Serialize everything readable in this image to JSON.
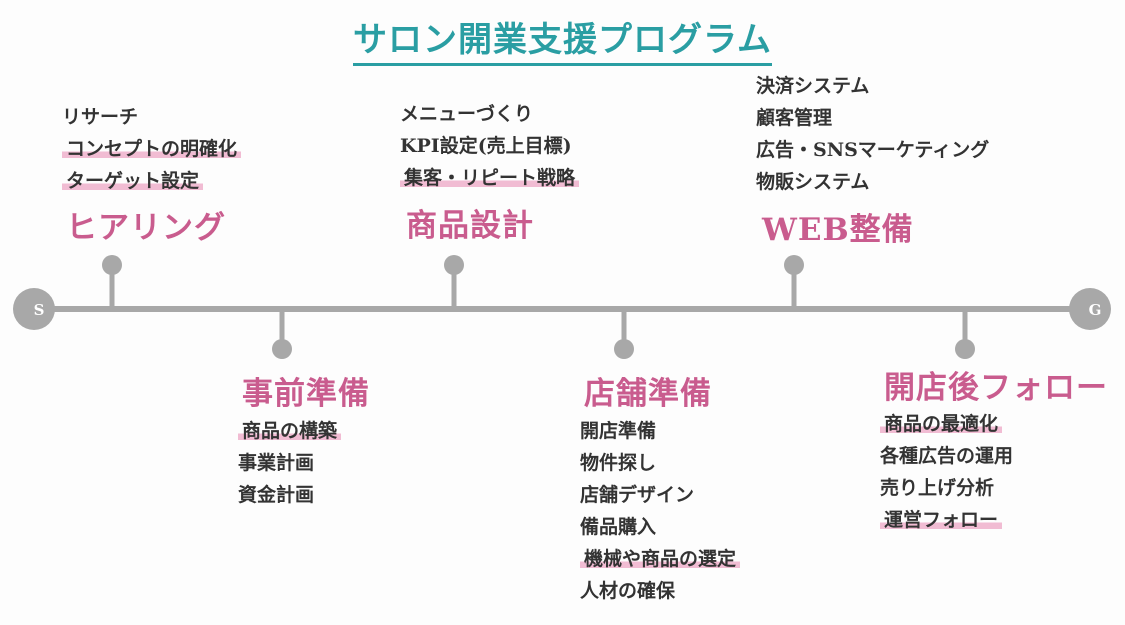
{
  "title": "サロン開業支援プログラム",
  "endpoints": {
    "start": "S",
    "goal": "G"
  },
  "stages": [
    {
      "name": "ヒアリング",
      "items": [
        {
          "text": "リサーチ",
          "highlight": false
        },
        {
          "text": "コンセプトの明確化",
          "highlight": true
        },
        {
          "text": "ターゲット設定",
          "highlight": true
        }
      ]
    },
    {
      "name": "事前準備",
      "items": [
        {
          "text": "商品の構築",
          "highlight": true
        },
        {
          "text": "事業計画",
          "highlight": false
        },
        {
          "text": "資金計画",
          "highlight": false
        }
      ]
    },
    {
      "name": "商品設計",
      "items": [
        {
          "text": "メニューづくり",
          "highlight": false
        },
        {
          "text": "KPI設定(売上目標)",
          "highlight": false
        },
        {
          "text": "集客・リピート戦略",
          "highlight": true
        }
      ]
    },
    {
      "name": "店舗準備",
      "items": [
        {
          "text": "開店準備",
          "highlight": false
        },
        {
          "text": "物件探し",
          "highlight": false
        },
        {
          "text": "店舗デザイン",
          "highlight": false
        },
        {
          "text": "備品購入",
          "highlight": false
        },
        {
          "text": "機械や商品の選定",
          "highlight": true
        },
        {
          "text": "人材の確保",
          "highlight": false
        }
      ]
    },
    {
      "name": "WEB整備",
      "items": [
        {
          "text": "決済システム",
          "highlight": false
        },
        {
          "text": "顧客管理",
          "highlight": false
        },
        {
          "text": "広告・SNSマーケティング",
          "highlight": false
        },
        {
          "text": "物販システム",
          "highlight": false
        }
      ]
    },
    {
      "name": "開店後フォロー",
      "items": [
        {
          "text": "商品の最適化",
          "highlight": true
        },
        {
          "text": "各種広告の運用",
          "highlight": false
        },
        {
          "text": "売り上げ分析",
          "highlight": false
        },
        {
          "text": "運営フォロー",
          "highlight": true
        }
      ]
    }
  ],
  "colors": {
    "title": "#2a9ea3",
    "stage": "#c95c8e",
    "highlight": "#f1bcd3",
    "line": "#a8a8a8"
  }
}
